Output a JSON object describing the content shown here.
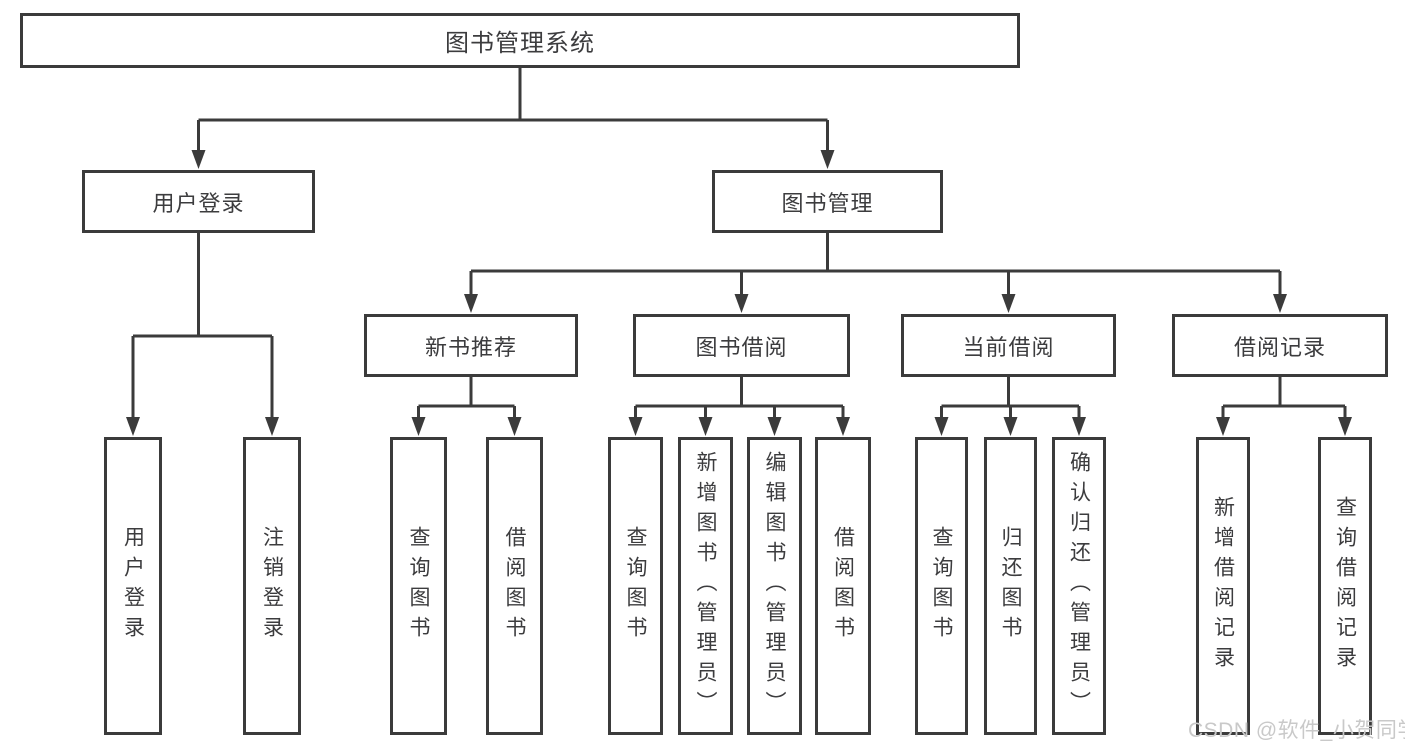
{
  "diagram": {
    "type": "hierarchy-tree",
    "title": "图书管理系统",
    "level2": [
      {
        "label": "用户登录"
      },
      {
        "label": "图书管理"
      }
    ],
    "level3": [
      {
        "label": "新书推荐",
        "parent": "图书管理"
      },
      {
        "label": "图书借阅",
        "parent": "图书管理"
      },
      {
        "label": "当前借阅",
        "parent": "图书管理"
      },
      {
        "label": "借阅记录",
        "parent": "图书管理"
      }
    ],
    "leaves": [
      {
        "label": "用户登录",
        "parent": "用户登录"
      },
      {
        "label": "注销登录",
        "parent": "用户登录"
      },
      {
        "label": "查询图书",
        "parent": "新书推荐"
      },
      {
        "label": "借阅图书",
        "parent": "新书推荐"
      },
      {
        "label": "查询图书",
        "parent": "图书借阅"
      },
      {
        "label": "新增图书（管理员）",
        "parent": "图书借阅"
      },
      {
        "label": "编辑图书（管理员）",
        "parent": "图书借阅"
      },
      {
        "label": "借阅图书",
        "parent": "图书借阅"
      },
      {
        "label": "查询图书",
        "parent": "当前借阅"
      },
      {
        "label": "归还图书",
        "parent": "当前借阅"
      },
      {
        "label": "确认归还（管理员）",
        "parent": "当前借阅"
      },
      {
        "label": "新增借阅记录",
        "parent": "借阅记录"
      },
      {
        "label": "查询借阅记录",
        "parent": "借阅记录"
      }
    ],
    "watermark": "CSDN @软件_小贺同学",
    "colors": {
      "line": "#3b3b3b",
      "text": "#3c3c3e",
      "box_background": "#ffffff",
      "watermark": "#c9c9c9",
      "page_background": "#ffffff"
    }
  }
}
